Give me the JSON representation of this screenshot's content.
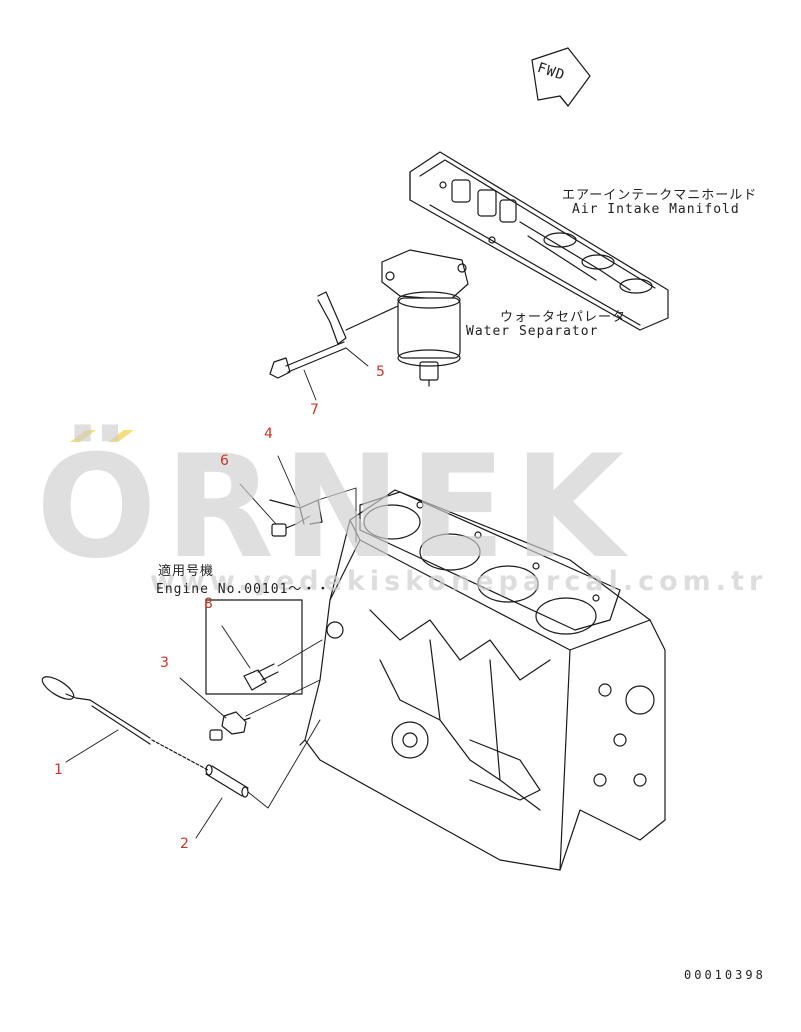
{
  "fwd_label": "FWD",
  "air_intake_manifold": {
    "label_jp": "エアーインテークマニホールド",
    "label_en": "Air Intake Manifold"
  },
  "water_separator": {
    "label_jp": "ウォータセパレータ",
    "label_en": "Water Separator"
  },
  "applicability": {
    "label_jp": "適用号機",
    "label_en": "Engine No.00101〜・・"
  },
  "callouts": [
    "1",
    "2",
    "3",
    "4",
    "5",
    "6",
    "7",
    "8"
  ],
  "watermark": {
    "text": "ÖRNEK",
    "url": "www.yedekiskoneparcal.com.tr"
  },
  "drawing_number": "00010398",
  "colors": {
    "line": "#1a1a1a",
    "callout": "#c0392b",
    "watermark": "#cfcfcf",
    "accent": "#f1c40f"
  }
}
